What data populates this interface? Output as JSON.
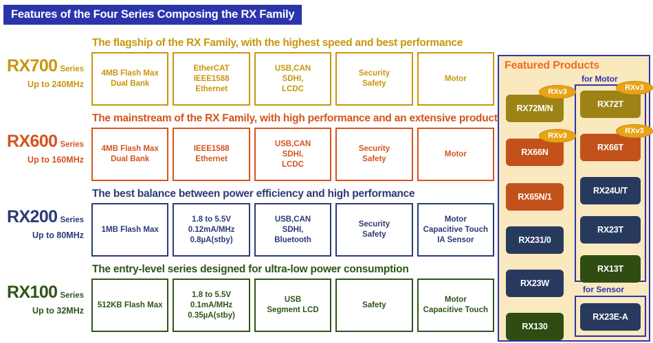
{
  "title": {
    "text": "Features of the Four Series Composing the RX Family"
  },
  "series_rows": [
    {
      "name": "RX700",
      "series_word": "Series",
      "speed": "Up to 240MHz",
      "tagline": "The flagship of the RX Family, with the highest speed and best performance",
      "color": "#c8960c",
      "cells": [
        [
          "4MB Flash Max",
          "Dual Bank"
        ],
        [
          "EtherCAT",
          "IEEE1588",
          "Ethernet"
        ],
        [
          "USB,CAN",
          "SDHI,",
          "LCDC"
        ],
        [
          "Security",
          "Safety"
        ],
        [
          "Motor"
        ]
      ]
    },
    {
      "name": "RX600",
      "series_word": "Series",
      "speed": "Up to 160MHz",
      "tagline": "The mainstream of the RX Family, with high performance and an extensive product lineup",
      "color": "#d4541e",
      "cells": [
        [
          "4MB Flash Max",
          "Dual Bank"
        ],
        [
          "IEEE1588",
          "Ethernet"
        ],
        [
          "USB,CAN",
          "SDHI,",
          "LCDC"
        ],
        [
          "Security",
          "Safety"
        ],
        [
          "Motor"
        ]
      ]
    },
    {
      "name": "RX200",
      "series_word": "Series",
      "speed": "Up to 80MHz",
      "tagline": "The best balance between power efficiency and high performance",
      "color": "#2b3a77",
      "cells": [
        [
          "1MB Flash Max"
        ],
        [
          "1.8 to 5.5V",
          "0.12mA/MHz",
          "0.8µA(stby)"
        ],
        [
          "USB,CAN",
          "SDHI,",
          "Bluetooth"
        ],
        [
          "Security",
          "Safety"
        ],
        [
          "Motor",
          "Capacitive Touch",
          "IA Sensor"
        ]
      ]
    },
    {
      "name": "RX100",
      "series_word": "Series",
      "speed": "Up to 32MHz",
      "tagline": "The entry-level series designed for ultra-low power consumption",
      "color": "#2d5518",
      "cells": [
        [
          "512KB Flash Max"
        ],
        [
          "1.8 to 5.5V",
          "0.1mA/MHz",
          "0.35µA(stby)"
        ],
        [
          "USB",
          "Segment LCD"
        ],
        [
          "Safety"
        ],
        [
          "Motor",
          "Capacitive Touch"
        ]
      ]
    }
  ],
  "featured": {
    "title": "Featured Products",
    "group_motor_label": "for Motor",
    "group_sensor_label": "for Sensor",
    "badge_label": "RXv3",
    "left_column": [
      {
        "name": "RX72M/N",
        "style": "gold",
        "badge": true
      },
      {
        "name": "RX66N",
        "style": "rust",
        "badge": true
      },
      {
        "name": "RX65N/1",
        "style": "rust",
        "badge": false
      },
      {
        "name": "RX231/0",
        "style": "navy",
        "badge": false
      },
      {
        "name": "RX23W",
        "style": "navy",
        "badge": false
      },
      {
        "name": "RX130",
        "style": "olive",
        "badge": false
      }
    ],
    "motor_column": [
      {
        "name": "RX72T",
        "style": "gold",
        "badge": true
      },
      {
        "name": "RX66T",
        "style": "rust",
        "badge": true
      },
      {
        "name": "RX24U/T",
        "style": "navy",
        "badge": false
      },
      {
        "name": "RX23T",
        "style": "navy",
        "badge": false
      },
      {
        "name": "RX13T",
        "style": "olive",
        "badge": false
      }
    ],
    "sensor_column": [
      {
        "name": "RX23E-A",
        "style": "navy",
        "badge": false
      }
    ]
  },
  "colors": {
    "title_bg": "#2b35ab",
    "panel_bg": "#fae8bf",
    "panel_border": "#2b35ab",
    "featured_title": "#f26a21",
    "badge_bg": "#e8a417",
    "gold": "#c8960c",
    "orange": "#d4541e",
    "blue": "#2b3a77",
    "green": "#2d5518"
  }
}
